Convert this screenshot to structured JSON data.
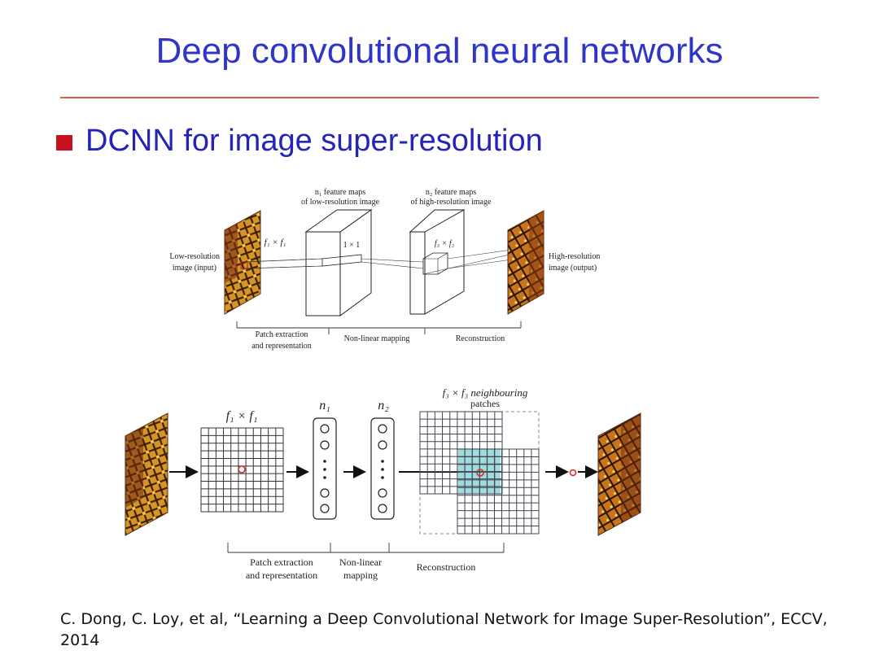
{
  "slide": {
    "title": "Deep convolutional neural networks",
    "bullet": "DCNN for image super-resolution",
    "citation": "C. Dong, C. Loy, et al, “Learning a Deep Convolutional Network for Image Super-Resolution”, ECCV, 2014"
  },
  "top_diagram": {
    "label_n1": "n₁ feature maps",
    "label_n1_sub": "of low-resolution image",
    "label_n2": "n₂ feature maps",
    "label_n2_sub": "of high-resolution image",
    "input_label_1": "Low-resolution",
    "input_label_2": "image (input)",
    "output_label_1": "High-resolution",
    "output_label_2": "image (output)",
    "kernel_f1": "f₁ × f₁",
    "kernel_1x1": "1 × 1",
    "kernel_f3": "f₃ × f₃",
    "stage_1a": "Patch extraction",
    "stage_1b": "and representation",
    "stage_2": "Non-linear mapping",
    "stage_3": "Reconstruction"
  },
  "bottom_diagram": {
    "grid_label": "f₁ × f₁",
    "n1": "n₁",
    "n2": "n₂",
    "patch_label_1": "f₃ × f₃ neighbouring",
    "patch_label_2": "patches",
    "stage_1a": "Patch extraction",
    "stage_1b": "and representation",
    "stage_2a": "Non-linear",
    "stage_2b": "mapping",
    "stage_3": "Reconstruction"
  },
  "colors": {
    "title": "#2f35c9",
    "bullet_square": "#c8101f",
    "rule": "#e0584f",
    "highlight_cyan": "#9fdcdc",
    "marker_red": "#d62a2a"
  }
}
